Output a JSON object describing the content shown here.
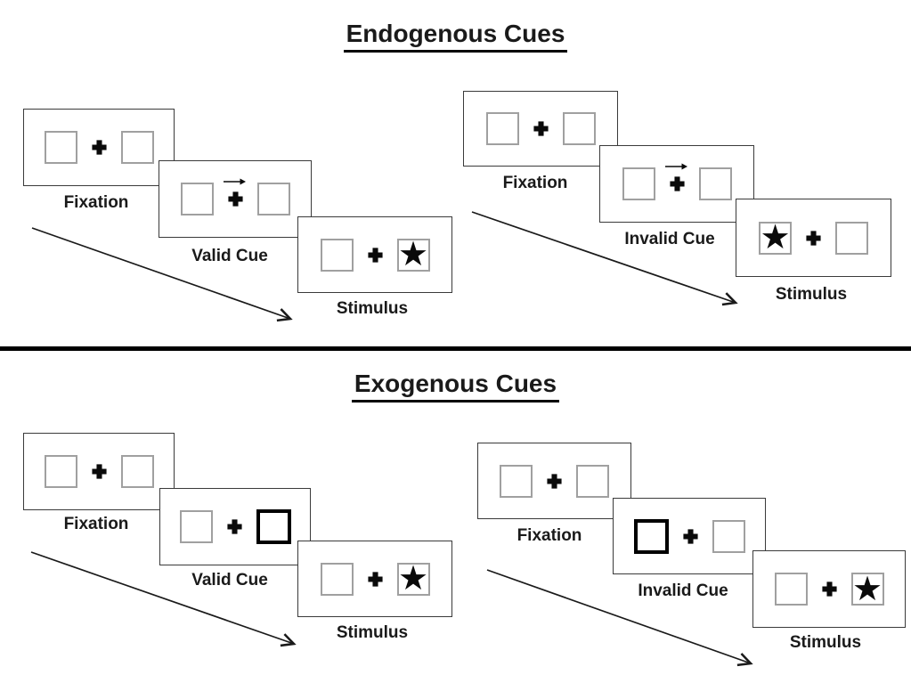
{
  "glyphs": {
    "star": "★"
  },
  "divider_color": "#000000",
  "sections": [
    {
      "title": "Endogenous Cues",
      "cue_style": "central-arrow",
      "sequences": [
        {
          "name": "valid",
          "fixation_label": "Fixation",
          "cue_label": "Valid Cue",
          "stimulus_label": "Stimulus",
          "cue_direction": "right",
          "stimulus_side": "right"
        },
        {
          "name": "invalid",
          "fixation_label": "Fixation",
          "cue_label": "Invalid Cue",
          "stimulus_label": "Stimulus",
          "cue_direction": "right",
          "stimulus_side": "left"
        }
      ]
    },
    {
      "title": "Exogenous Cues",
      "cue_style": "peripheral-box-highlight",
      "sequences": [
        {
          "name": "valid",
          "fixation_label": "Fixation",
          "cue_label": "Valid Cue",
          "stimulus_label": "Stimulus",
          "cued_side": "right",
          "stimulus_side": "right"
        },
        {
          "name": "invalid",
          "fixation_label": "Fixation",
          "cue_label": "Invalid Cue",
          "stimulus_label": "Stimulus",
          "cued_side": "left",
          "stimulus_side": "right"
        }
      ]
    }
  ]
}
